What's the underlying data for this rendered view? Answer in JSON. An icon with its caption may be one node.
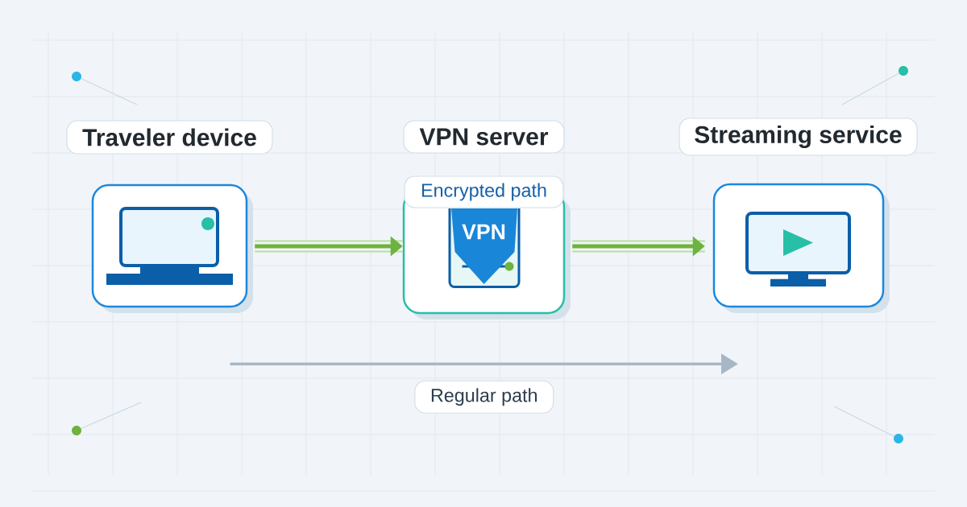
{
  "diagram": {
    "nodes": [
      {
        "text": [
          "Traveler device"
        ]
      },
      {
        "text": [
          "VPN server",
          "Encrypted path"
        ]
      },
      {
        "text": [
          "VPN"
        ],
        "in": 1
      },
      {
        "text": [
          "Streaming service"
        ]
      }
    ],
    "edges": [
      {
        "from": 0,
        "to": 1,
        "arrow": "to"
      },
      {
        "from": 1,
        "to": 3,
        "arrow": "to"
      },
      {
        "from": 0,
        "to": 3,
        "arrow": "to",
        "label": "Regular path",
        "color": "#a8b7c6"
      }
    ]
  }
}
